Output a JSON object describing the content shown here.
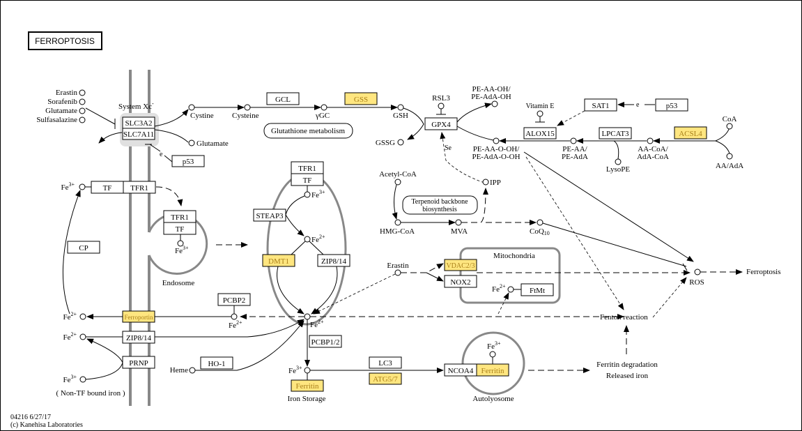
{
  "title": "FERROPTOSIS",
  "footer": {
    "map_id_date": "04216 6/27/17",
    "copyright": "(c) Kanehisa Laboratories"
  },
  "colors": {
    "highlight_fill": "#ffe680",
    "highlight_text": "#a8801a",
    "membrane": "#888888",
    "border": "#000000"
  },
  "genes": {
    "slc3a2": "SLC3A2",
    "slc7a11": "SLC7A11",
    "p53_top": "p53",
    "gcl": "GCL",
    "gss": "GSS",
    "gpx4": "GPX4",
    "sat1": "SAT1",
    "p53_right": "p53",
    "alox15": "ALOX15",
    "lpcat3": "LPCAT3",
    "acsl4": "ACSL4",
    "tf": "TF",
    "tfr1": "TFR1",
    "endo_tfr1": "TFR1",
    "endo_tf": "TF",
    "cp": "CP",
    "vesicle_tfr1": "TFR1",
    "vesicle_tf": "TF",
    "steap3": "STEAP3",
    "dmt1": "DMT1",
    "zip814_in": "ZIP8/14",
    "vdac23": "VDAC2/3",
    "nox2": "NOX2",
    "ftmt": "FtMt",
    "pcbp2": "PCBP2",
    "ferroportin": "Ferroportin",
    "zip814_mem": "ZIP8/14",
    "prnp": "PRNP",
    "ho1": "HO-1",
    "pcbp12": "PCBP1/2",
    "lc3": "LC3",
    "atg57": "ATG5/7",
    "ncoa4": "NCOA4",
    "ferritin_auto": "Ferritin",
    "ferritin_storage": "Ferritin"
  },
  "compounds": {
    "erastin": "Erastin",
    "sorafenib": "Sorafenib",
    "glutamate_in": "Glutamate",
    "sulfasalazine": "Sulfasalazine",
    "system_xc": "System Xc",
    "system_xc_sup": "-",
    "cystine": "Cystine",
    "glutamate_out": "Glutamate",
    "cysteine": "Cysteine",
    "ygc": "γGC",
    "gsh": "GSH",
    "gssg": "GSSG",
    "rsl3": "RSL3",
    "se": "Se",
    "pe_aa_oh_1": "PE-AA-OH/",
    "pe_aa_oh_2": "PE-AdA-OH",
    "vitamin_e": "Vitamin E",
    "pe_aa_o_oh_1": "PE-AA-O-OH/",
    "pe_aa_o_oh_2": "PE-AdA-O-OH",
    "pe_aa_1": "PE-AA/",
    "pe_aa_2": "PE-AdA",
    "lysope": "LysoPE",
    "aa_coa_1": "AA-CoA/",
    "aa_coa_2": "AdA-CoA",
    "coa": "CoA",
    "aa_ada": "AA/AdA",
    "acetyl_coa": "Acetyl-CoA",
    "ipp": "IPP",
    "hmg_coa": "HMG-CoA",
    "mva": "MVA",
    "coq10": "CoQ",
    "coq10_sub": "10",
    "erastin_mito": "Erastin",
    "heme": "Heme",
    "fe": "Fe",
    "plus3": "3+",
    "plus2": "2+",
    "e_label": "e",
    "ros": "ROS",
    "ferroptosis": "Ferroptosis",
    "fenton": "Fenton reaction",
    "ferritin_deg_1": "Ferritin degradation",
    "ferritin_deg_2": "Released iron",
    "non_tf_iron": "( Non-TF bound iron )"
  },
  "maps": {
    "glutathione": "Glutathione metabolism",
    "terpenoid_1": "Terpenoid backbone",
    "terpenoid_2": "biosynthesis"
  },
  "compartments": {
    "endosome": "Endosome",
    "mitochondria": "Mitochondria",
    "autolysosome": "Autolyosome",
    "iron_storage": "Iron Storage"
  }
}
